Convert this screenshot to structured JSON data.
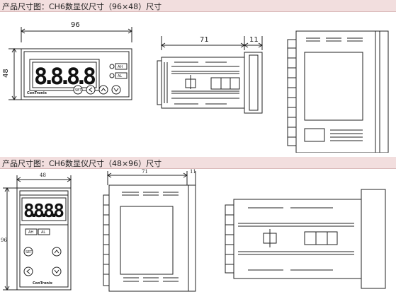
{
  "section1": {
    "title": "产品尺寸图：CH6数显仪尺寸（96×48）尺寸",
    "front": {
      "width_dim": "96",
      "height_dim": "48",
      "display": "8.8.8.8",
      "alarm1": "AH",
      "alarm2": "AL",
      "set_key": "SET",
      "brand": "ConTronix"
    },
    "side": {
      "depth_dim": "71",
      "bezel_dim": "11"
    }
  },
  "section2": {
    "title": "产品尺寸图：CH6数显仪尺寸（48×96）尺寸",
    "front": {
      "width_dim": "48",
      "height_dim": "96",
      "display": "8.8.8.8",
      "alarm1": "AH",
      "alarm2": "AL",
      "set_key": "SET",
      "brand": "ConTronix"
    },
    "side": {
      "depth_dim": "71",
      "bezel_dim": "11"
    }
  },
  "colors": {
    "band": "#f2dede",
    "line": "#222222",
    "display": "#ffffff"
  },
  "icons": [
    "up-arrow-icon",
    "down-arrow-icon",
    "left-arrow-icon"
  ]
}
